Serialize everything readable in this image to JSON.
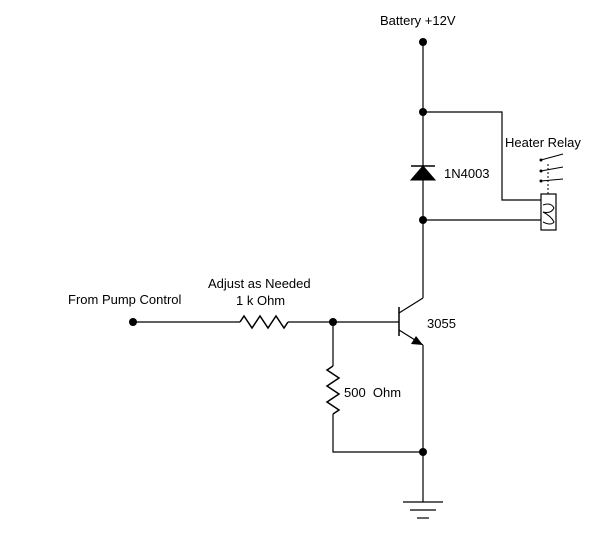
{
  "labels": {
    "battery": "Battery +12V",
    "relay": "Heater Relay",
    "diode": "1N4003",
    "input": "From Pump Control",
    "adjust": "Adjust as Needed",
    "r1": "1 k Ohm",
    "r2": "500  Ohm",
    "transistor": "3055"
  }
}
